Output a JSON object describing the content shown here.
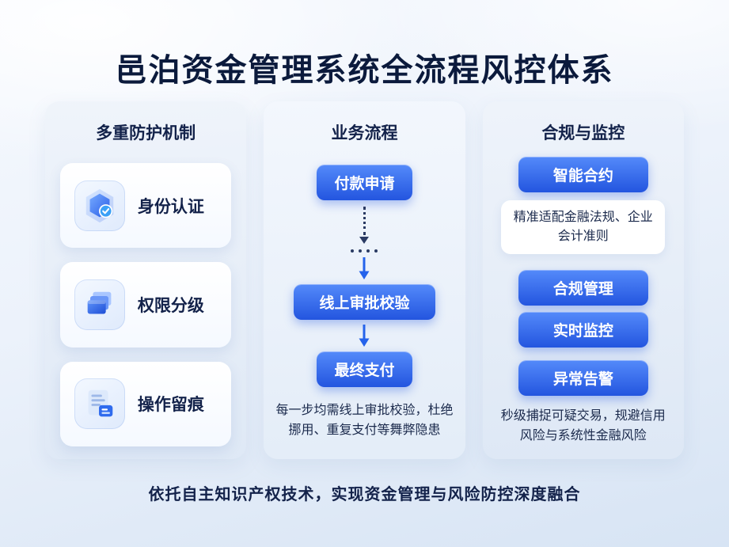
{
  "title": "邑泊资金管理系统全流程风控体系",
  "protection": {
    "header": "多重防护机制",
    "cards": [
      {
        "icon": "identity-badge-check-icon",
        "label": "身份认证"
      },
      {
        "icon": "stacked-layers-icon",
        "label": "权限分级"
      },
      {
        "icon": "document-trace-icon",
        "label": "操作留痕"
      }
    ]
  },
  "process": {
    "header": "业务流程",
    "steps": [
      "付款申请",
      "线上审批校验",
      "最终支付"
    ],
    "note": "每一步均需线上审批校验，杜绝挪用、重复支付等舞弊隐患"
  },
  "compliance": {
    "header": "合规与监控",
    "smart_contract_label": "智能合约",
    "smart_contract_desc": "精准适配金融法规、企业会计准则",
    "steps": [
      "合规管理",
      "实时监控",
      "异常告警"
    ],
    "note": "秒级捕捉可疑交易，规避信用风险与系统性金融风险"
  },
  "footer": "依托自主知识产权技术，实现资金管理与风险防控深度融合",
  "colors": {
    "accent_blue": "#2f63e8",
    "title_navy": "#0b1a3c",
    "connector_dark": "#2a3a63"
  }
}
